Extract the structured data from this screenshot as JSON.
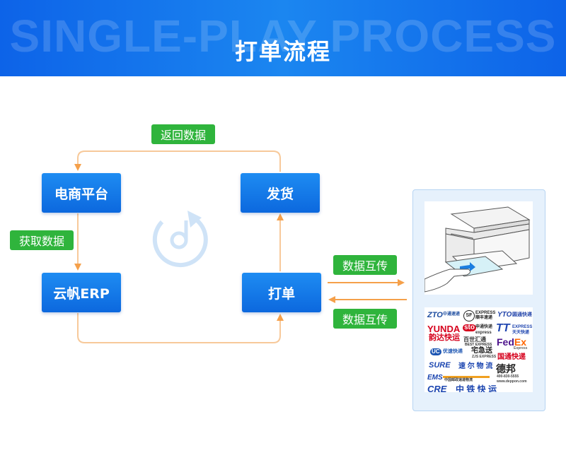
{
  "banner": {
    "bg_text": "SINGLE-PLAY PROCESS",
    "title": "打单流程"
  },
  "nodes": {
    "ecommerce": "电商平台",
    "erp": "云帆ERP",
    "ship": "发货",
    "print": "打单"
  },
  "tags": {
    "return_data": "返回数据",
    "fetch_data": "获取数据",
    "exchange_top": "数据互传",
    "exchange_bottom": "数据互传"
  },
  "couriers": {
    "zto": "ZTO",
    "zto_cn": "中通速递",
    "sf_mark": "SF",
    "sf_en": "EXPRESS",
    "sf_cn": "顺丰速递",
    "yto_mark": "YTO",
    "yto_cn": "圆通快递",
    "yunda": "YUNDA",
    "yunda_cn": "韵达快运",
    "sto_mark": "sto",
    "sto_cn": "申通快递",
    "sto_en": "express",
    "tt_mark": "TT",
    "tt_cn": "天天快递",
    "tt_en": "EXPRESS",
    "fedex_a": "Fed",
    "fedex_b": "Ex",
    "fedex_sub": "Express",
    "best_cn": "百世汇通",
    "best_en": "BEST EXPRESS",
    "uc_mark": "UC",
    "uc_cn": "优速快递",
    "zjs_cn": "宅急送",
    "zjs_en": "ZJS EXPRESS",
    "gto_cn": "国通快递",
    "sure_mark": "SURE",
    "sure_cn": "速 尔 物 流",
    "ems": "EMS",
    "ems_sub": "中国邮政速递物流",
    "deppon_cn": "德邦",
    "deppon_phone": "400-830-5555",
    "deppon_url": "www.deppon.com",
    "crt_mark": "CRE",
    "crt_cn": "中 铁 快 运"
  },
  "colors": {
    "node_blue": "#1478e6",
    "tag_green": "#2fb43c",
    "arrow_orange": "#f5a04a",
    "cycle_icon": "#cfe3f7"
  }
}
